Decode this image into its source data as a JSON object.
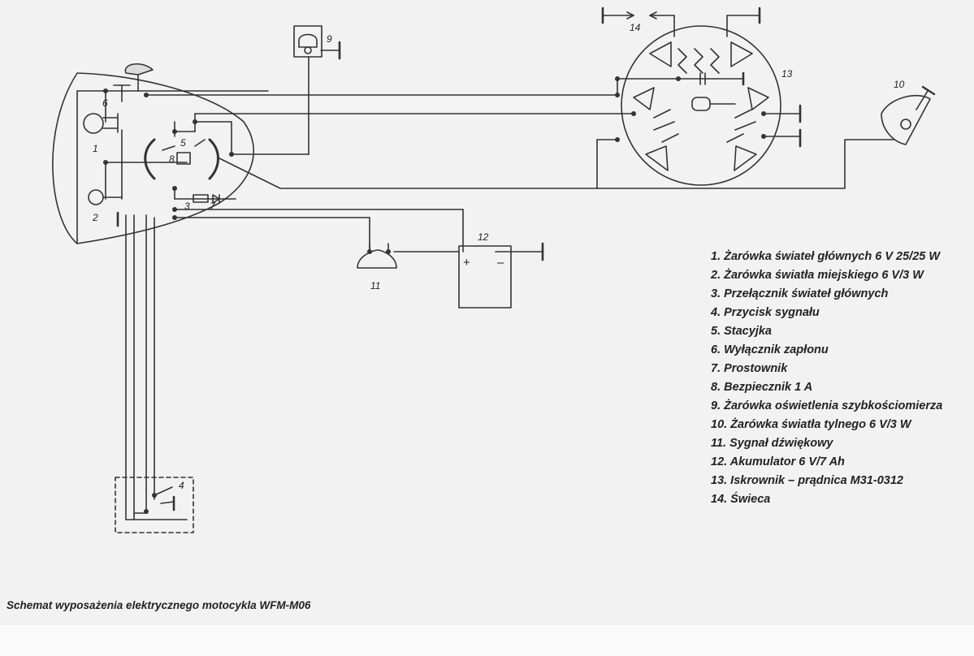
{
  "caption": "Schemat wyposażenia elektrycznego motocykla WFM-M06",
  "legend": [
    "1. Żarówka świateł głównych 6 V 25/25 W",
    "2. Żarówka światła miejskiego 6 V/3 W",
    "3. Przełącznik świateł głównych",
    "4. Przycisk sygnału",
    "5. Stacyjka",
    "6. Wyłącznik zapłonu",
    "7. Prostownik",
    "8. Bezpiecznik 1 A",
    "9. Żarówka oświetlenia szybkościomierza",
    "10. Żarówka światła tylnego 6 V/3 W",
    "11. Sygnał dźwiękowy",
    "12. Akumulator 6 V/7 Ah",
    "13. Iskrownik – prądnica M31-0312",
    "14. Świeca"
  ],
  "labels": {
    "n1": "1",
    "n2": "2",
    "n3": "3",
    "n4": "4",
    "n5": "5",
    "n6": "6",
    "n7": "7",
    "n8": "8",
    "n9": "9",
    "n10": "10",
    "n11": "11",
    "n12": "12",
    "n13": "13",
    "n14": "14",
    "plus": "+",
    "minus": "–"
  },
  "colors": {
    "ink": "#333333",
    "paper": "#f2f2f2"
  }
}
